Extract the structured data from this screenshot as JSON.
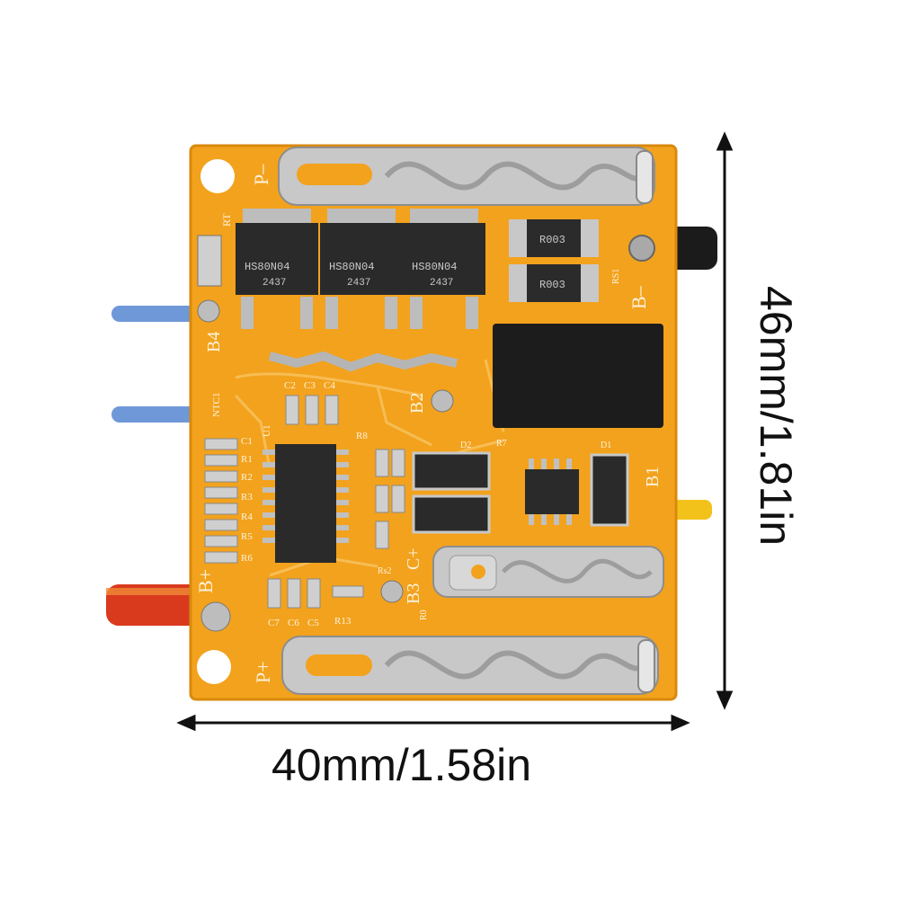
{
  "dimensions": {
    "width_label": "40mm/1.58in",
    "height_label": "46mm/1.81in"
  },
  "board": {
    "color": "#f2a21d",
    "pad_labels": {
      "p_minus": "P–",
      "p_plus": "P+",
      "b_minus": "B–",
      "b_plus": "B+",
      "b1": "B1",
      "b2": "B2",
      "b3": "B3",
      "b4": "B4",
      "c_plus": "C+",
      "rt": "RT",
      "ntc1": "NTC1",
      "u1": "U1"
    },
    "mosfet_marking": "HS80N04",
    "mosfet_date": "2437",
    "shunt_marking": "R003",
    "component_labels": {
      "c2": "C2",
      "c3": "C3",
      "c4": "C4",
      "c5": "C5",
      "c6": "C6",
      "c7": "C7",
      "c1": "C1",
      "r1": "R1",
      "r2": "R2",
      "r3": "R3",
      "r4": "R4",
      "r5": "R5",
      "r6": "R6",
      "r8": "R8",
      "r13": "R13",
      "rs1": "RS1",
      "rs2": "Rs2",
      "r0": "R0",
      "d1": "D1",
      "d2": "D2",
      "r7": "R7"
    }
  },
  "colors": {
    "pcb": "#f2a21d",
    "wire_blue": "#6f98d8",
    "wire_yellow": "#f3c21a",
    "wire_red": "#d93a1e",
    "wire_black": "#1b1b1b",
    "metal": "#c8c8c8"
  }
}
